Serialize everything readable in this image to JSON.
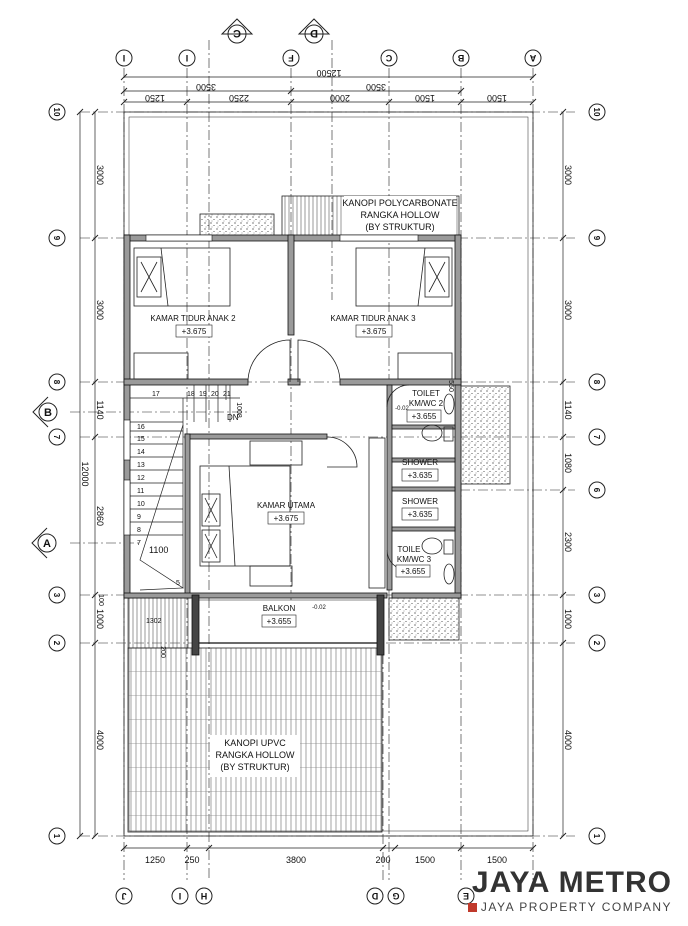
{
  "grid_columns_top": [
    "I",
    "I",
    "F",
    "C",
    "B",
    "A"
  ],
  "grid_columns_bottom": [
    "J",
    "I",
    "H",
    "D",
    "G",
    "E"
  ],
  "section_markers": [
    "C",
    "D",
    "B",
    "A"
  ],
  "grid_rows": [
    "10",
    "9",
    "8",
    "7",
    "6",
    "3",
    "2",
    "1"
  ],
  "top_dims": {
    "overall": "12500",
    "mid": [
      "3500",
      "3500"
    ],
    "segments": [
      "1250",
      "2250",
      "2000",
      "1500",
      "1500"
    ]
  },
  "bottom_dims": [
    "1250",
    "250",
    "3800",
    "200",
    "1500",
    "1500"
  ],
  "side_dims_left": [
    "3000",
    "3000",
    "1140",
    "2860",
    "1000",
    "4000"
  ],
  "left_overall": "12000",
  "side_dims_right": [
    "3000",
    "3000",
    "1140",
    "1080",
    "2300",
    "1000",
    "4000"
  ],
  "rooms": {
    "kanopi_top": [
      "KANOPI POLYCARBONATE",
      "RANGKA HOLLOW",
      "(BY STRUKTUR)"
    ],
    "kamar_anak2": {
      "name": "KAMAR TIDUR ANAK 2",
      "level": "+3.675"
    },
    "kamar_anak3": {
      "name": "KAMAR TIDUR ANAK 3",
      "level": "+3.675"
    },
    "toilet2": {
      "name": "TOILET",
      "sub": "KM/WC 2",
      "level": "+3.655",
      "dim": "-0.02"
    },
    "shower1": {
      "name": "SHOWER",
      "level": "+3.635"
    },
    "shower2": {
      "name": "SHOWER",
      "level": "+3.635"
    },
    "toilet3": {
      "name": "TOILE",
      "sub": "KM/WC 3",
      "level": "+3.655"
    },
    "kamar_utama": {
      "name": "KAMAR UTAMA",
      "level": "+3.675"
    },
    "balkon": {
      "name": "BALKON",
      "level": "+3.655",
      "dim": "-0.02"
    },
    "kanopi_bottom": [
      "KANOPI UPVC",
      "RANGKA HOLLOW",
      "(BY STRUKTUR)"
    ]
  },
  "stairs": {
    "steps_top": [
      "17",
      "18",
      "19",
      "20",
      "21"
    ],
    "steps_side": [
      "16",
      "15",
      "14",
      "13",
      "12",
      "11",
      "10",
      "9",
      "8",
      "7"
    ],
    "dn": "DN",
    "width": "1100",
    "landing_dim": "1008",
    "bottom_step": "5"
  },
  "misc_dims": {
    "d1302": "1302",
    "d200": "200",
    "d100": "100",
    "d550": "550"
  },
  "brand": {
    "name": "JAYA METRO",
    "sub": "JAYA PROPERTY COMPANY"
  }
}
